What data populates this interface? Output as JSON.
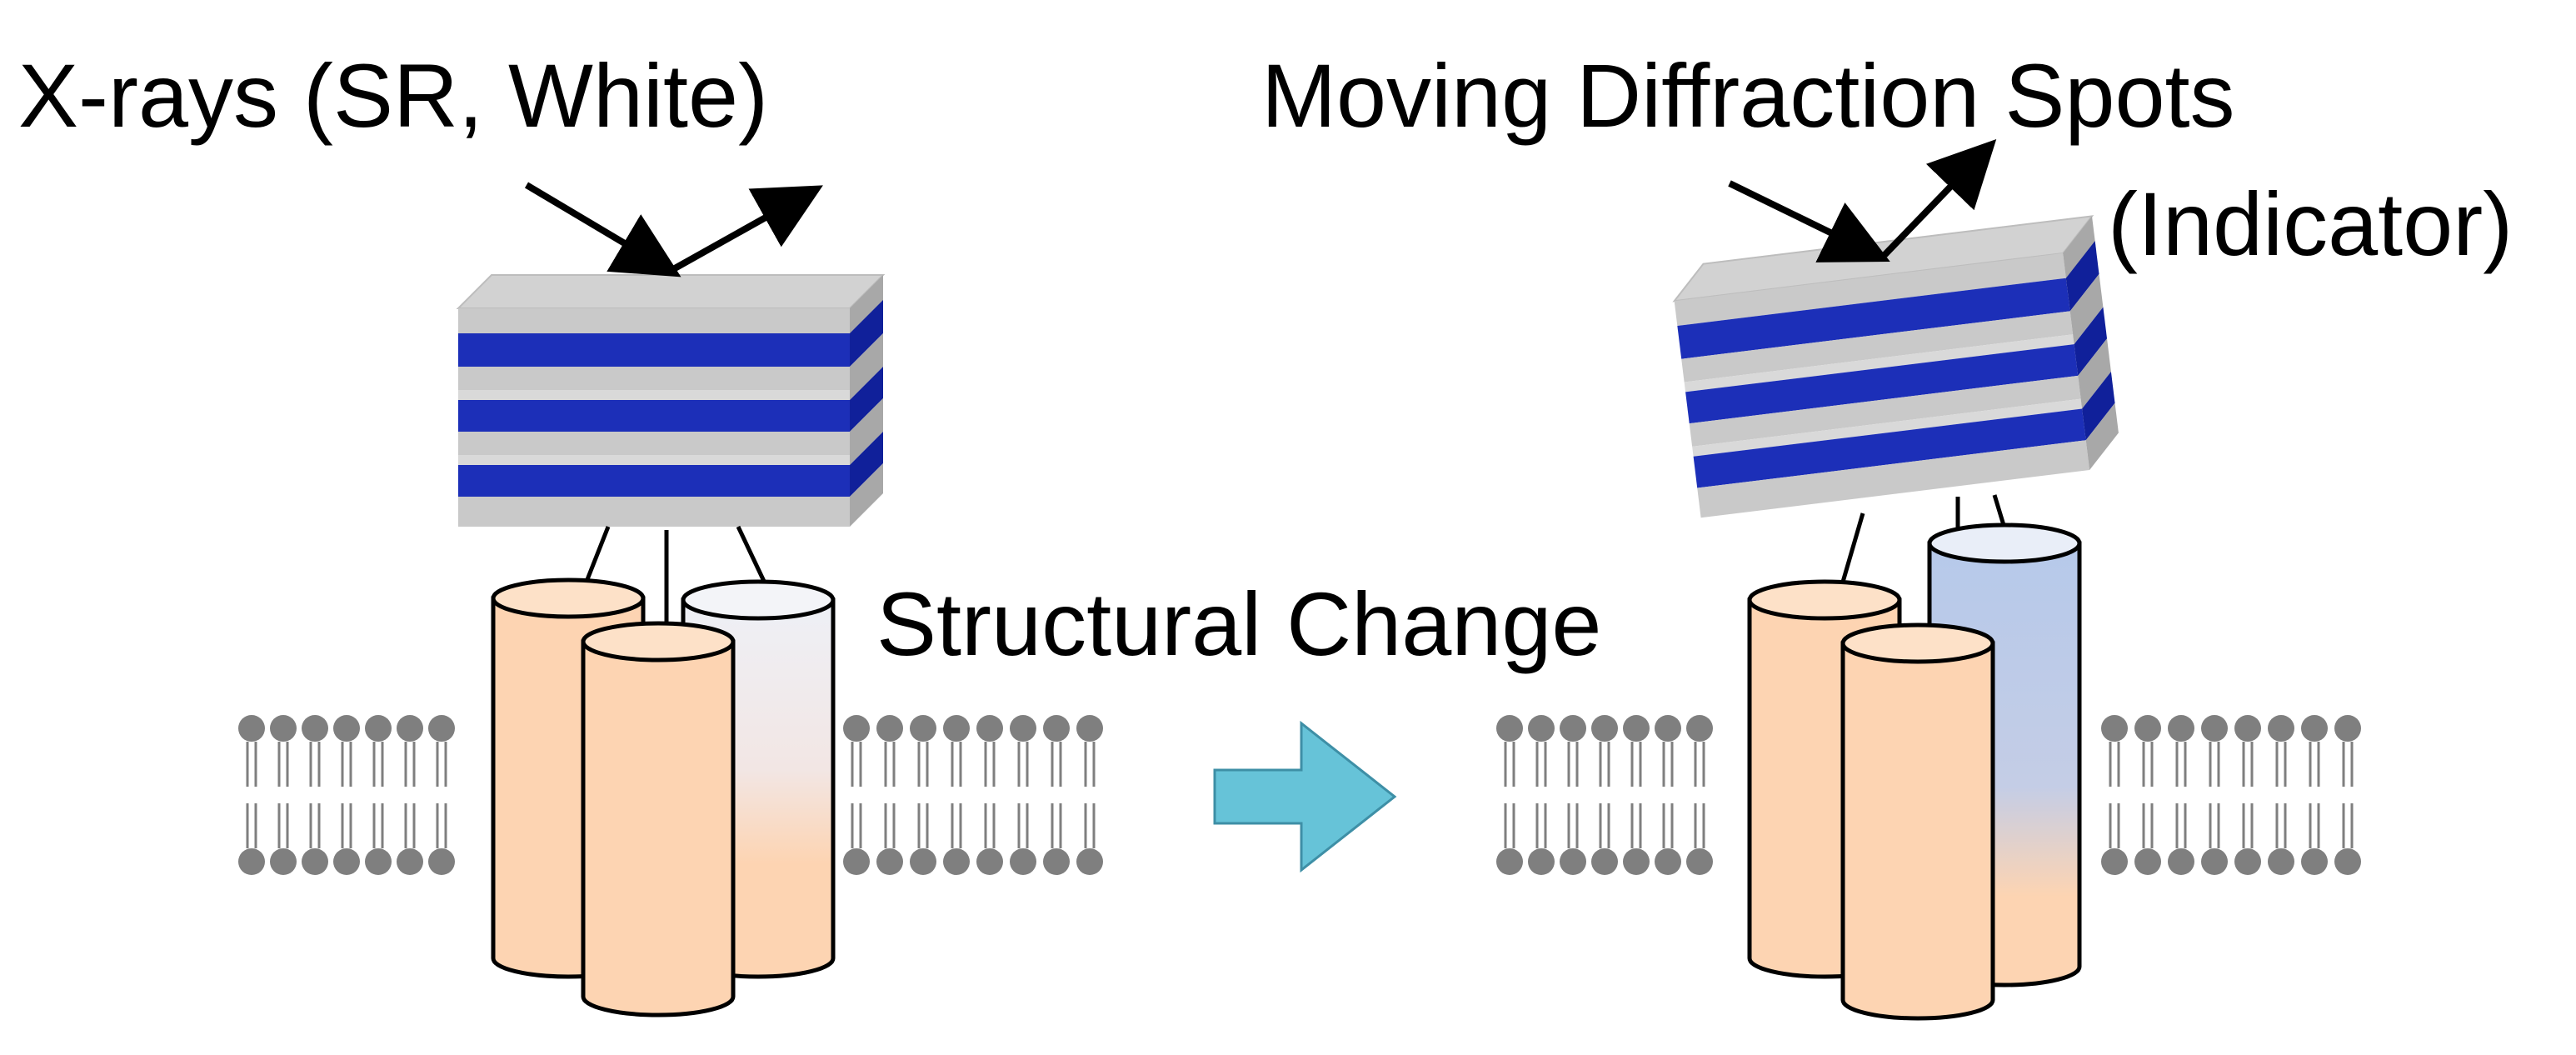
{
  "labels": {
    "xrays": "X-rays (SR, White)",
    "moving_spots": "Moving Diffraction Spots",
    "indicator": "(Indicator)",
    "structural_change": "Structural Change"
  },
  "colors": {
    "crystal_top": "#d2d2d2",
    "crystal_gray_layer": "#c9c9c9",
    "crystal_blue_layer": "#1c2fb8",
    "crystal_side_gray": "#a8a8a8",
    "crystal_side_blue": "#10209a",
    "cylinder_body": "#fdd4b2",
    "cylinder_highlight_blue": "#b6c9ea",
    "cylinder_highlight_white": "#eef0f6",
    "lipid": "#7f7f7f",
    "process_arrow": "#66c3d8"
  },
  "icons": {
    "process_arrow": "right-arrow-icon",
    "incident_beam": "arrow-line-icon",
    "diffracted_beam": "arrow-icon"
  }
}
